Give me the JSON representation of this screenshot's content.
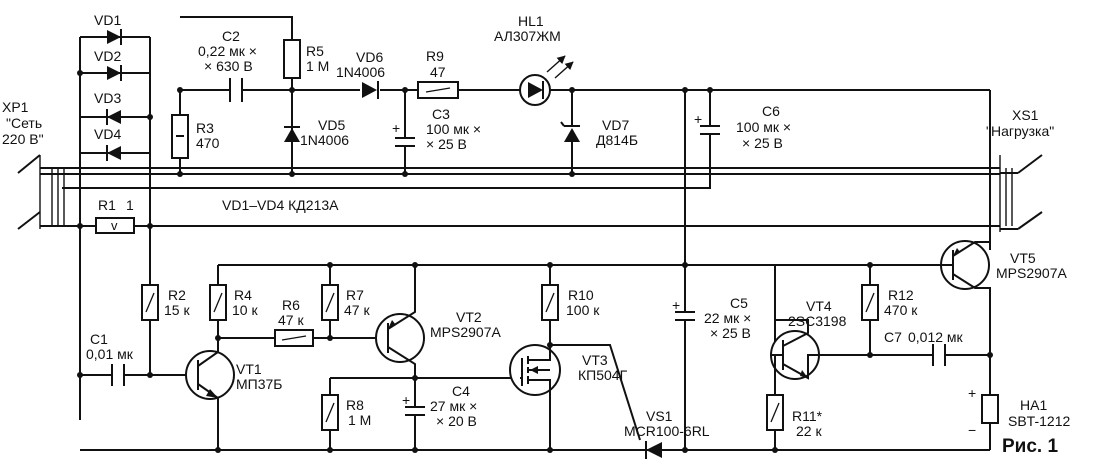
{
  "figure_label": "Рис. 1",
  "vd_type_note": "VD1–VD4  КД213А",
  "xp1": {
    "ref": "XP1",
    "name": "\"Сеть",
    "voltage": "220 В\""
  },
  "xs1": {
    "ref": "XS1",
    "name": "\"Нагрузка\""
  },
  "vd1": "VD1",
  "vd2": "VD2",
  "vd3": "VD3",
  "vd4": "VD4",
  "c1": {
    "ref": "C1",
    "val": "0,01 мк"
  },
  "c2": {
    "ref": "C2",
    "val1": "0,22 мк ×",
    "val2": "× 630 В"
  },
  "c3": {
    "ref": "C3",
    "val1": "100 мк ×",
    "val2": "× 25 В"
  },
  "c4": {
    "ref": "C4",
    "val1": "27 мк ×",
    "val2": "× 20 В"
  },
  "c5": {
    "ref": "C5",
    "val1": "22 мк ×",
    "val2": "× 25 В"
  },
  "c6": {
    "ref": "C6",
    "val1": "100 мк ×",
    "val2": "× 25 В"
  },
  "c7": {
    "ref": "C7",
    "val": "0,012 мк"
  },
  "r1": {
    "ref": "R1",
    "val": "1",
    "mark": "v"
  },
  "r2": {
    "ref": "R2",
    "val": "15 к"
  },
  "r3": {
    "ref": "R3",
    "val": "470"
  },
  "r4": {
    "ref": "R4",
    "val": "10 к"
  },
  "r5": {
    "ref": "R5",
    "val": "1 М"
  },
  "r6": {
    "ref": "R6",
    "val": "47 к"
  },
  "r7": {
    "ref": "R7",
    "val": "47 к"
  },
  "r8": {
    "ref": "R8",
    "val": "1 М"
  },
  "r9": {
    "ref": "R9",
    "val": "47"
  },
  "r10": {
    "ref": "R10",
    "val": "100 к"
  },
  "r11": {
    "ref": "R11*",
    "val": "22 к"
  },
  "r12": {
    "ref": "R12",
    "val": "470 к"
  },
  "vd5": {
    "ref": "VD5",
    "type": "1N4006"
  },
  "vd6": {
    "ref": "VD6",
    "type": "1N4006"
  },
  "vd7": {
    "ref": "VD7",
    "type": "Д814Б"
  },
  "hl1": {
    "ref": "HL1",
    "type": "АЛ307ЖМ"
  },
  "vt1": {
    "ref": "VT1",
    "type": "МП37Б"
  },
  "vt2": {
    "ref": "VT2",
    "type": "MPS2907A"
  },
  "vt3": {
    "ref": "VT3",
    "type": "КП504Г"
  },
  "vt4": {
    "ref": "VT4",
    "type": "2SC3198"
  },
  "vt5": {
    "ref": "VT5",
    "type": "MPS2907A"
  },
  "vs1": {
    "ref": "VS1",
    "type": "MCR100-6RL"
  },
  "ha1": {
    "ref": "HA1",
    "type": "SBT-1212"
  },
  "plus": "+",
  "minus": "−"
}
